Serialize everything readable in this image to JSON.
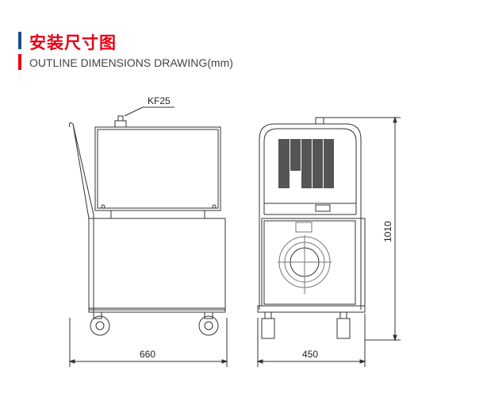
{
  "header": {
    "title_cn": "安装尺寸图",
    "title_en": "OUTLINE  DIMENSIONS DRAWING(mm)",
    "accent_blue": "#1f4e8c",
    "accent_red": "#e60012"
  },
  "drawing": {
    "port_label": "KF25",
    "width_side": "660",
    "width_front": "450",
    "height": "1010"
  }
}
